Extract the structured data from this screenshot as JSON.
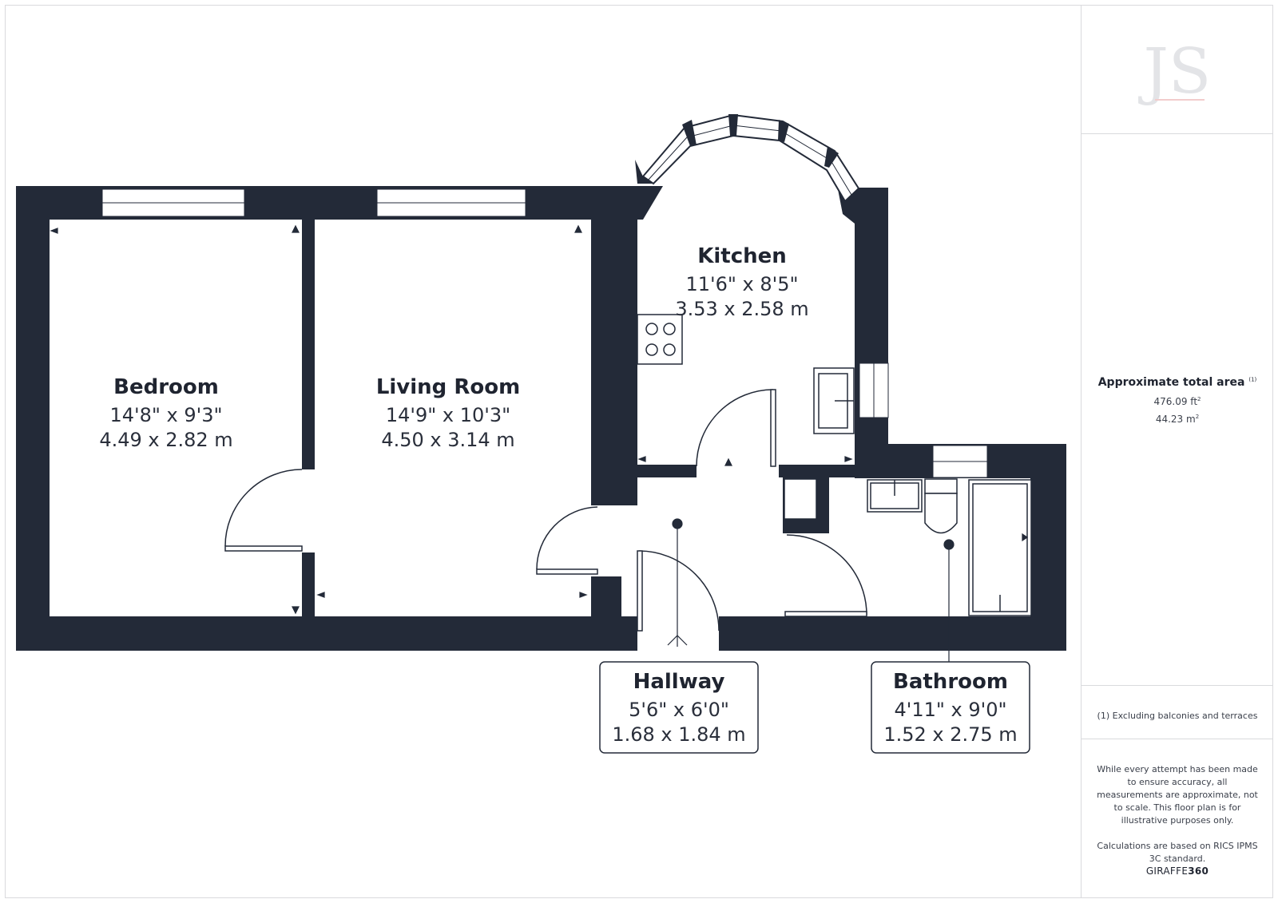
{
  "rooms": {
    "kitchen": {
      "name": "Kitchen",
      "imperial": "11'6\" x 8'5\"",
      "metric": "3.53 x 2.58 m"
    },
    "bedroom": {
      "name": "Bedroom",
      "imperial": "14'8\" x 9'3\"",
      "metric": "4.49 x 2.82 m"
    },
    "living_room": {
      "name": "Living Room",
      "imperial": "14'9\" x 10'3\"",
      "metric": "4.50 x 3.14 m"
    },
    "hallway": {
      "name": "Hallway",
      "imperial": "5'6\" x 6'0\"",
      "metric": "1.68 x 1.84 m"
    },
    "bathroom": {
      "name": "Bathroom",
      "imperial": "4'11\" x 9'0\"",
      "metric": "1.52 x 2.75 m"
    }
  },
  "sidebar": {
    "logo_text": "JS",
    "area_title": "Approximate total area",
    "area_note_marker": "(1)",
    "area_ft": "476.09 ft",
    "area_m": "44.23 m",
    "area_unit_power": "2",
    "footnote": "(1) Excluding balconies and terraces",
    "disclaimer_1": "While every attempt has been made to ensure accuracy, all measurements are approximate, not to scale. This floor plan is for illustrative purposes only.",
    "disclaimer_2": "Calculations are based on RICS IPMS 3C standard.",
    "brand_prefix": "GIRAFFE",
    "brand_suffix": "360"
  },
  "colors": {
    "wall": "#232a38",
    "logo": "#e3e4e7",
    "logo_underline": "#f2cccc",
    "border": "#d9dadd"
  }
}
